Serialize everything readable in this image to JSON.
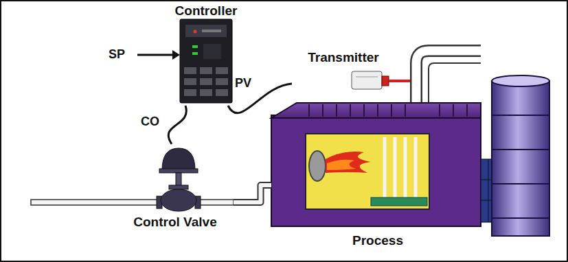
{
  "diagram": {
    "nodes": [
      {
        "text": [
          "Controller"
        ]
      },
      {
        "text": [
          "Transmitter"
        ]
      },
      {
        "text": [
          "Control Valve"
        ]
      },
      {
        "text": [
          "Process"
        ]
      }
    ],
    "edges": [
      {
        "from": 0,
        "to": 2,
        "label": "CO",
        "arrow": "none"
      },
      {
        "from": 1,
        "to": 0,
        "label": "PV",
        "arrow": "none"
      },
      {
        "from": 2,
        "to": 3,
        "arrow": "none"
      }
    ],
    "labels": [
      "SP"
    ]
  }
}
